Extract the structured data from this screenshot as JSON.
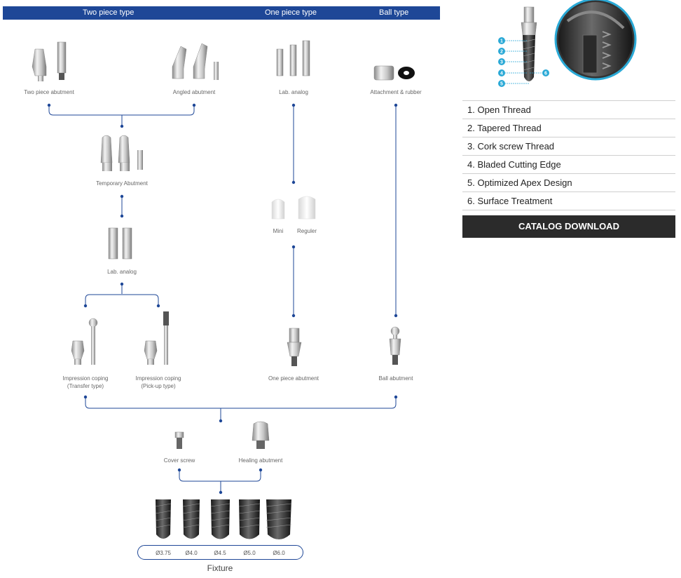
{
  "header": {
    "two_piece": "Two piece type",
    "one_piece": "One piece type",
    "ball": "Ball type"
  },
  "components": {
    "two_piece_abutment": "Two piece abutment",
    "angled_abutment": "Angled abutment",
    "lab_analog_top": "Lab. analog",
    "attachment_rubber": "Attachment & rubber",
    "temporary_abutment": "Temporary Abutment",
    "mini": "Mini",
    "reguler": "Reguler",
    "lab_analog_mid": "Lab. analog",
    "impression_transfer_line1": "Impression coping",
    "impression_transfer_line2": "(Transfer type)",
    "impression_pickup_line1": "Impression coping",
    "impression_pickup_line2": "(Pick-up type)",
    "one_piece_abutment": "One piece abutment",
    "ball_abutment": "Ball abutment",
    "cover_screw": "Cover screw",
    "healing_abutment": "Healing abutment"
  },
  "fixture": {
    "label": "Fixture",
    "diameters": [
      "Ø3.75",
      "Ø4.0",
      "Ø4.5",
      "Ø5.0",
      "Ø6.0"
    ]
  },
  "callout_numbers": [
    "1",
    "2",
    "3",
    "4",
    "5",
    "6"
  ],
  "features": [
    "1. Open Thread",
    "2. Tapered Thread",
    "3. Cork screw Thread",
    "4. Bladed Cutting Edge",
    "5. Optimized Apex Design",
    "6. Surface Treatment"
  ],
  "catalog_button": "CATALOG DOWNLOAD",
  "colors": {
    "header_blue": "#1e4797",
    "connector_blue": "#1e4797",
    "callout_cyan": "#2aa9d6",
    "button_dark": "#2b2b2b"
  }
}
